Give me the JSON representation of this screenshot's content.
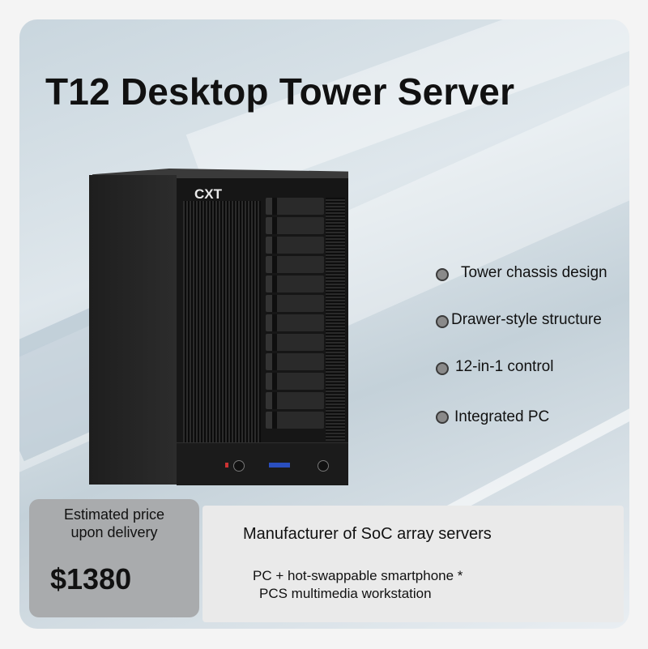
{
  "title": "T12 Desktop Tower Server",
  "product": {
    "logo": "CXT",
    "bay_count": 12
  },
  "features": [
    "Tower chassis design",
    "Drawer-style structure",
    "12-in-1 control",
    "Integrated PC"
  ],
  "price": {
    "label_line1": "Estimated price",
    "label_line2": "upon delivery",
    "amount": "$1380"
  },
  "info": {
    "heading": "Manufacturer of SoC array servers",
    "line1": "PC + hot-swappable smartphone *",
    "line2": "PCS multimedia workstation"
  },
  "icons": [
    "bullet-dot-icon"
  ],
  "colors": {
    "bullet": "#8a8a8a",
    "price_box": "#a9abad",
    "info_box": "#eaeaea"
  }
}
